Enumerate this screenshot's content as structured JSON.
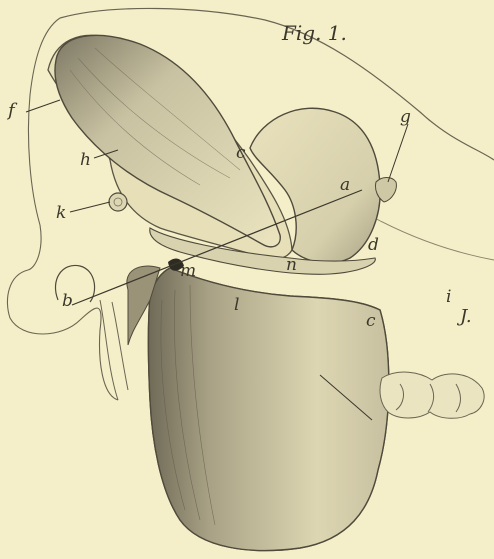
{
  "figure": {
    "caption": "Fig. 1.",
    "side_mark": "J."
  },
  "labels": {
    "a": "a",
    "b": "b",
    "c_upper": "c",
    "c_lower": "c",
    "d": "d",
    "f": "f",
    "g": "g",
    "h": "h",
    "i": "i",
    "k": "k",
    "l": "l",
    "m": "m",
    "n": "n"
  },
  "colors": {
    "paper": "#f4efc9",
    "ink": "#4a463a",
    "shade": "#8c8670",
    "dark_shade": "#5f5a48"
  }
}
